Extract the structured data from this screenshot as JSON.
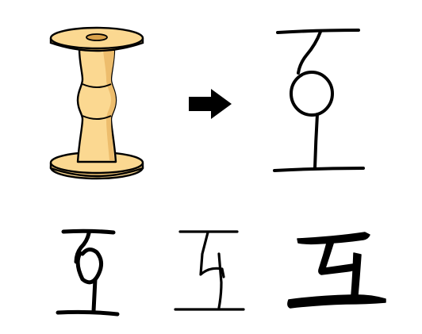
{
  "illustration": {
    "object": "spool",
    "arrow": "right-arrow",
    "glyph_stages": [
      "pictograph-with-loop",
      "early-script-with-loop",
      "bronze-style-script",
      "modern-regular-script"
    ]
  },
  "colors": {
    "spool_fill": "#fbd891",
    "spool_shadow": "#e9b86a",
    "spool_hole": "#d9a24b",
    "outline": "#000000",
    "background": "#ffffff"
  }
}
